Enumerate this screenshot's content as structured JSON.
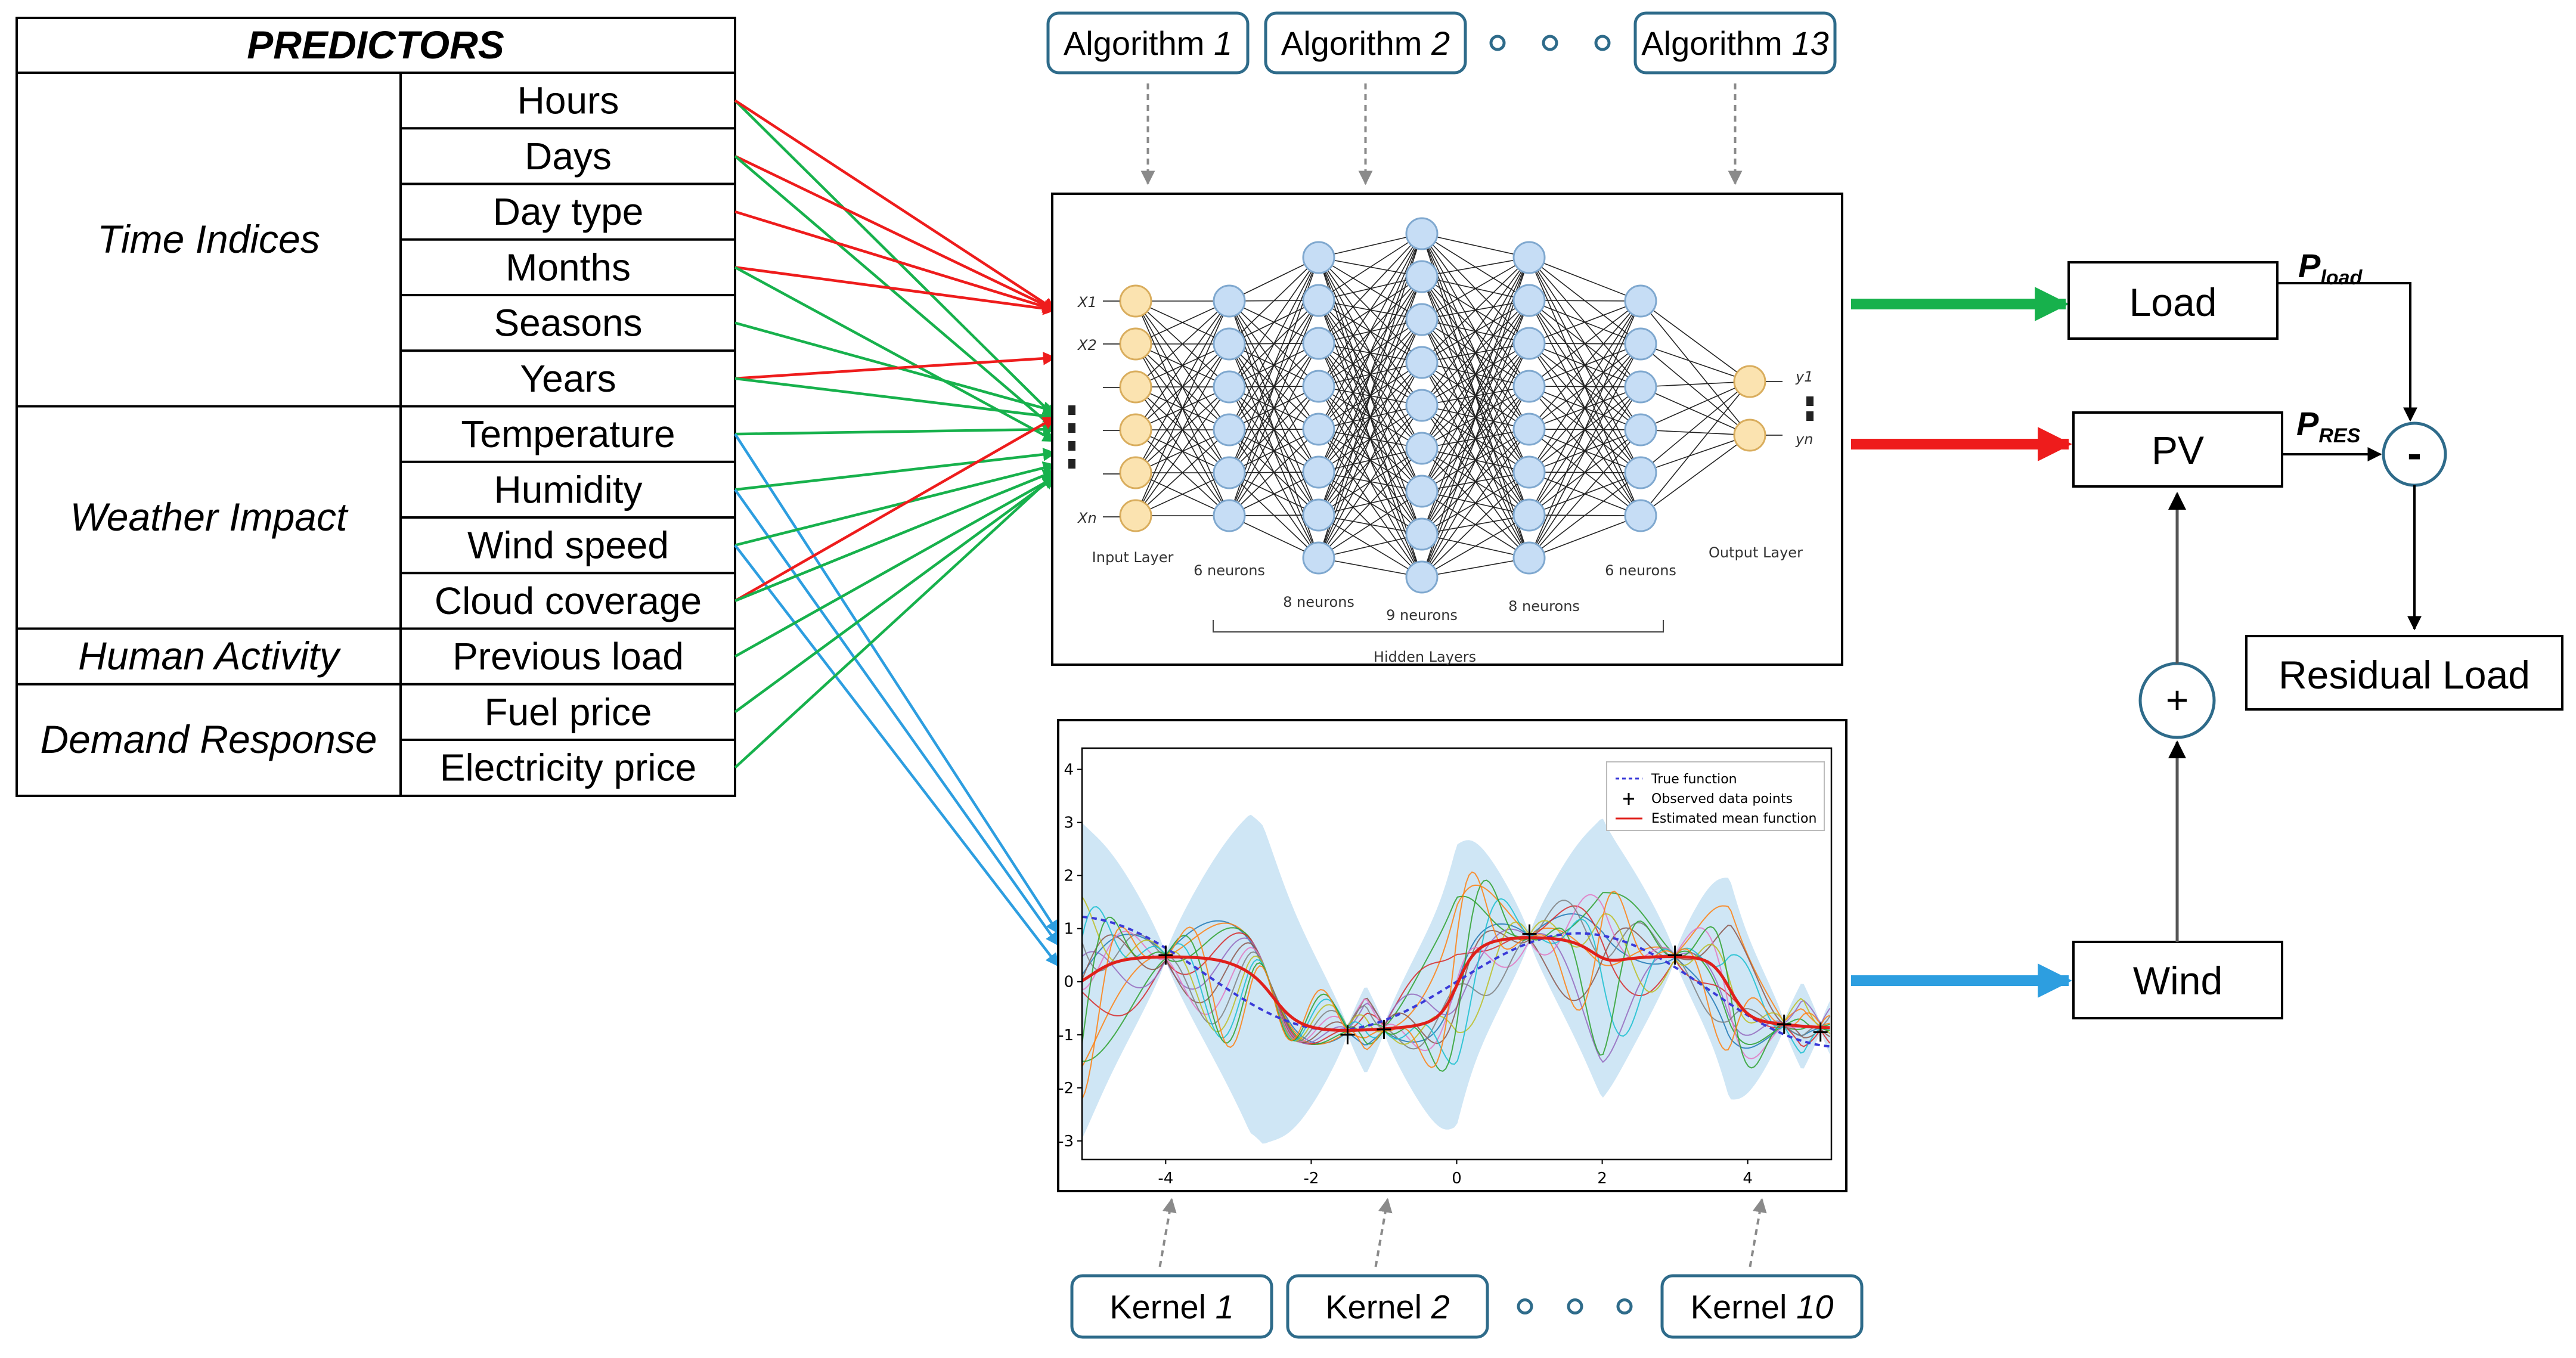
{
  "predictors": {
    "header": "PREDICTORS",
    "groups": [
      {
        "label": "Time Indices",
        "items": [
          "Hours",
          "Days",
          "Day type",
          "Months",
          "Seasons",
          "Years"
        ]
      },
      {
        "label": "Weather Impact",
        "items": [
          "Temperature",
          "Humidity",
          "Wind speed",
          "Cloud coverage"
        ]
      },
      {
        "label": "Human Activity",
        "items": [
          "Previous load"
        ]
      },
      {
        "label": "Demand Response",
        "items": [
          "Fuel price",
          "Electricity price"
        ]
      }
    ]
  },
  "algorithms": {
    "items": [
      {
        "prefix": "Algorithm ",
        "num": "1"
      },
      {
        "prefix": "Algorithm ",
        "num": "2"
      },
      {
        "prefix": "Algorithm ",
        "num": "13"
      }
    ]
  },
  "kernels": {
    "items": [
      {
        "prefix": "Kernel ",
        "num": "1"
      },
      {
        "prefix": "Kernel ",
        "num": "2"
      },
      {
        "prefix": "Kernel ",
        "num": "10"
      }
    ]
  },
  "neural_net": {
    "input_labels": [
      "X1",
      "X2",
      "Xn"
    ],
    "output_labels": [
      "y1",
      "yn"
    ],
    "input_layer": "Input Layer",
    "output_layer": "Output Layer",
    "hidden_layers": "Hidden Layers",
    "layer_labels": [
      "6 neurons",
      "8 neurons",
      "9 neurons",
      "8 neurons",
      "6 neurons"
    ]
  },
  "gp_plot": {
    "legend": [
      "True function",
      "Observed data points",
      "Estimated mean function"
    ],
    "y_ticks": [
      "4",
      "3",
      "2",
      "1",
      "0",
      "-1",
      "-2",
      "-3"
    ],
    "x_ticks": [
      "-4",
      "-2",
      "0",
      "2",
      "4"
    ],
    "colors": {
      "band": "#cfe6f5",
      "true": "#3a3ad8",
      "mean": "#e0201b"
    }
  },
  "outputs": {
    "load": "Load",
    "pv": "PV",
    "wind": "Wind",
    "residual": "Residual Load",
    "p_load": "P",
    "p_load_sub": "load",
    "p_res": "P",
    "p_res_sub": "RES",
    "minus": "-",
    "plus": "+"
  },
  "colors": {
    "red": "#ee1c1c",
    "green": "#17b14c",
    "blue": "#2d9ee0",
    "box_border": "#2e6b8a",
    "neuron_blue": "#c6ddf5",
    "neuron_yellow": "#fbe3b0"
  }
}
